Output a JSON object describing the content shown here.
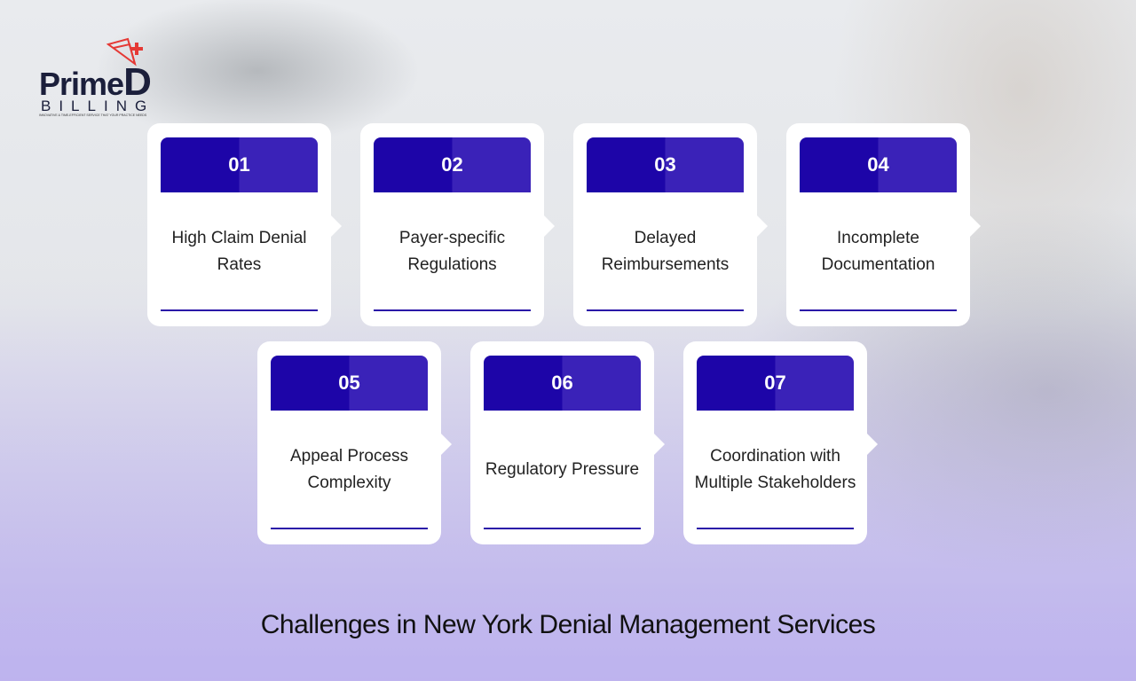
{
  "logo": {
    "brand": "PrimeD",
    "sub": "BILLING",
    "tagline": "INNOVATIVE & TIME-EFFICIENT SERVICE THAT YOUR PRACTICE NEEDS"
  },
  "colors": {
    "header_dark": "#1d05a8",
    "header_light": "#3a22b8",
    "accent_line": "#2a15a8",
    "logo_red": "#e53935"
  },
  "cards": [
    {
      "number": "01",
      "label": "High Claim Denial Rates"
    },
    {
      "number": "02",
      "label": "Payer-specific Regulations"
    },
    {
      "number": "03",
      "label": "Delayed Reimbursements"
    },
    {
      "number": "04",
      "label": "Incomplete Documentation"
    },
    {
      "number": "05",
      "label": "Appeal Process Complexity"
    },
    {
      "number": "06",
      "label": "Regulatory Pressure"
    },
    {
      "number": "07",
      "label": "Coordination with Multiple Stakeholders"
    }
  ],
  "title": "Challenges in New York Denial Management Services"
}
